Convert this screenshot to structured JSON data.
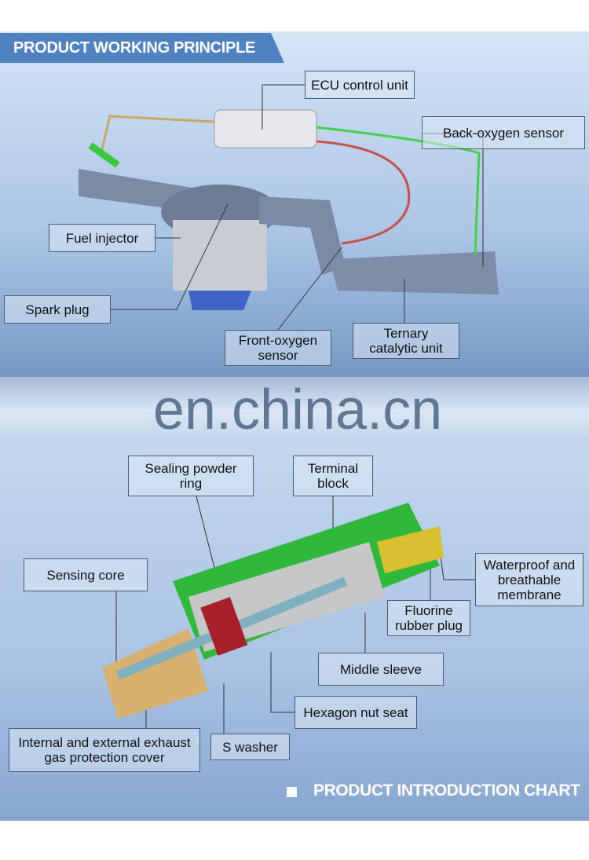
{
  "header": {
    "title": "PRODUCT WORKING PRINCIPLE"
  },
  "watermark": "en.china.cn",
  "working_labels": {
    "ecu": "ECU control unit",
    "back_oxygen": "Back-oxygen sensor",
    "fuel_injector": "Fuel injector",
    "spark_plug": "Spark plug",
    "front_oxygen": "Front-oxygen sensor",
    "ternary": "Ternary catalytic unit"
  },
  "structure_labels": {
    "sealing": "Sealing powder ring",
    "terminal": "Terminal block",
    "sensing_core": "Sensing core",
    "waterproof": "Waterproof and breathable membrane",
    "fluorine": "Fluorine rubber plug",
    "middle_sleeve": "Middle sleeve",
    "hex_nut": "Hexagon nut seat",
    "cover": "Internal and external exhaust gas protection cover",
    "s_washer": "S washer"
  },
  "footer": {
    "title": "PRODUCT INTRODUCTION CHART"
  }
}
